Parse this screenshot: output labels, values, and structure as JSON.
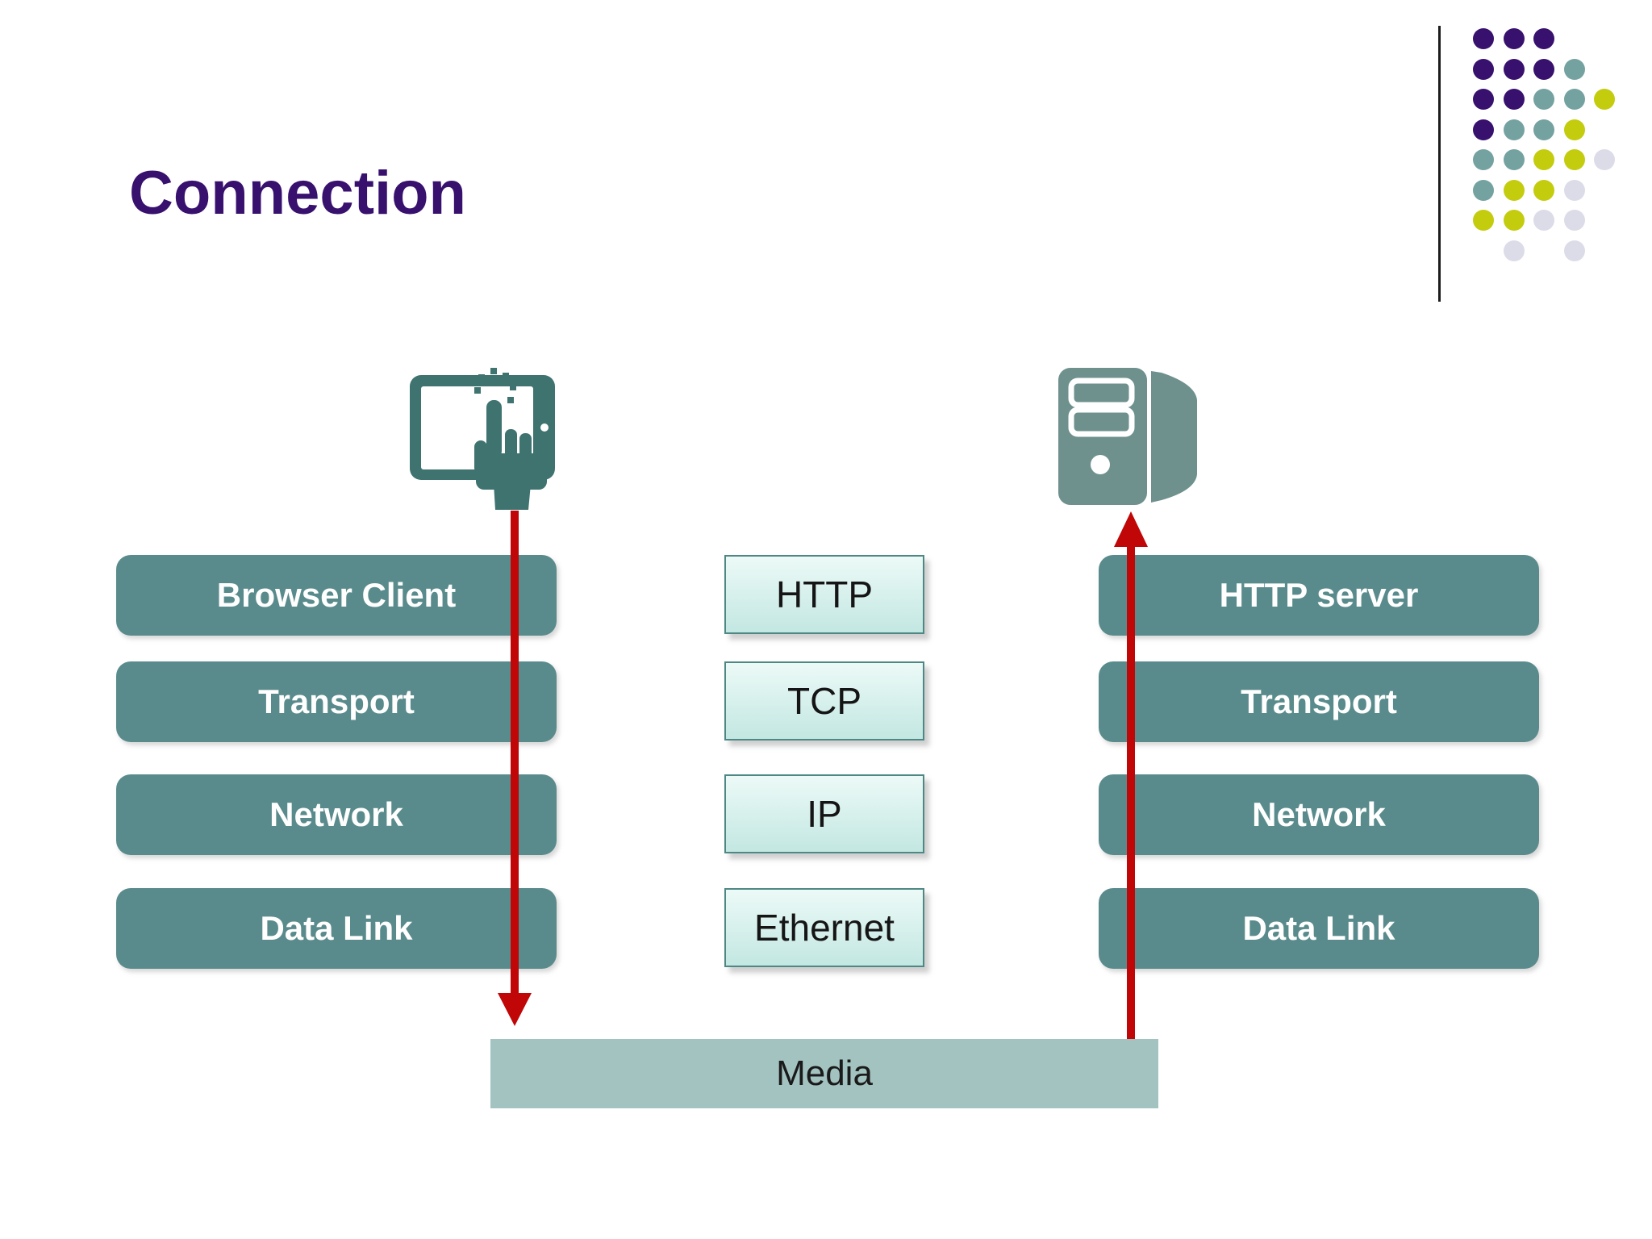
{
  "slide": {
    "title": "Connection",
    "title_color": "#38106e",
    "background": "#ffffff"
  },
  "decoration": {
    "line_color": "#1c1c1c",
    "palette": {
      "P": "#38106e",
      "T": "#74a2a0",
      "Y": "#c4cc0e",
      "L": "#dcdce9"
    },
    "dot_rows": [
      "PPP..",
      "PPPT.",
      "PPTTY",
      "PTTY.",
      "TTYYL",
      "TYYL.",
      "YYLL.",
      ".L.L."
    ]
  },
  "icons": {
    "client": "tablet-touch-icon",
    "client_color": "#3f7370",
    "server": "server-tower-icon",
    "server_color": "#6e918e"
  },
  "left_stack": {
    "fill": "#5a8b8c",
    "text_color": "#ffffff",
    "items": [
      "Browser Client",
      "Transport",
      "Network",
      "Data Link"
    ]
  },
  "middle_stack": {
    "border": "#4e8884",
    "gradient_top": "#ecfaf7",
    "gradient_bottom": "#c3e7e2",
    "items": [
      "HTTP",
      "TCP",
      "IP",
      "Ethernet"
    ]
  },
  "right_stack": {
    "fill": "#5a8b8c",
    "text_color": "#ffffff",
    "items": [
      "HTTP server",
      "Transport",
      "Network",
      "Data Link"
    ]
  },
  "media_bar": {
    "label": "Media",
    "fill": "#a3c3c1"
  },
  "arrows": {
    "color": "#c00606",
    "down": "client-to-media",
    "up": "media-to-server"
  }
}
